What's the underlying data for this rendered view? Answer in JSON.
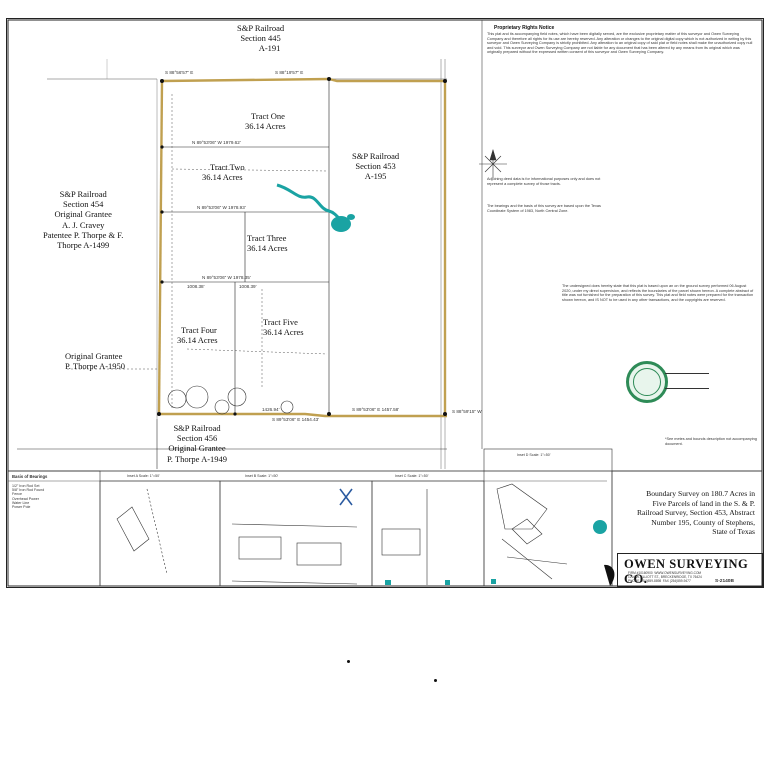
{
  "sections": {
    "s445": [
      "S&P Railroad",
      "Section 445",
      "A-191"
    ],
    "s453": [
      "S&P Railroad",
      "Section 453",
      "A-195"
    ],
    "s454": [
      "S&P Railroad",
      "Section 454",
      "Original Grantee",
      "A. J. Cravey",
      "Patentee P. Thorpe & F.",
      "Thorpe A-1499"
    ],
    "s456": [
      "S&P Railroad",
      "Section 456",
      "Original Grantee",
      "P. Thorpe A-1949"
    ],
    "a1950": [
      "Original Grantee",
      "P. Thorpe A-1950"
    ]
  },
  "tracts": [
    {
      "name": "Tract One",
      "acres": "36.14 Acres"
    },
    {
      "name": "Tract Two",
      "acres": "36.14 Acres"
    },
    {
      "name": "Tract Three",
      "acres": "36.14 Acres"
    },
    {
      "name": "Tract Four",
      "acres": "36.14 Acres"
    },
    {
      "name": "Tract Five",
      "acres": "36.14 Acres"
    }
  ],
  "bearings": {
    "top": "S 88°56'57\" E",
    "top2": "S 88°19'57\" E",
    "n53": "N 89°53'06\" W  1979.62'",
    "n53b": "N 89°53'06\" W  1978.93'",
    "n89": "N 89°53'06\" W  1978.35'",
    "bottom1": "1426.94'",
    "bottom2": "S 89°53'06\" E  1457.58'",
    "bottom3": "S 89°53'06\" E  1454.43'",
    "bottom4": "S 88°59'15\" W",
    "left1": "1008.38'",
    "left2": "1008.39'"
  },
  "notes": {
    "title": "Proprietary Rights Notice",
    "body": "This plat and its accompanying field notes, which have been digitally served, are the exclusive proprietary matter of this surveyor and Owen Surveying Company and therefore all rights for its use are hereby reserved. Any alteration or changes to the original digital copy which is not authorized in writing by this surveyor and Owen Surveying Company is strictly prohibited. Any alteration to an original copy of said plat or field notes shall make the unauthorized copy null and void. This surveyor and Owen Surveying Company are not liable for any document that has been altered by any means from its original which was originally prepared without the expressed written consent of this surveyor and Owen Surveying Company.",
    "survey_note": "The undersigned does hereby state that this plat is based upon an on the ground survey performed 06 August 2020, under my direct supervision, and reflects the boundaries of the parcel shown hereon. A complete abstract of title was not furnished for the preparation of this survey. This plat and field notes were prepared for the transaction shown hereon, and IS NOT to be used in any other transactions, and the copyrights are reserved.",
    "legend_note": "Adjoining deed data is for informational purposes only and does not represent a complete survey of those tracts.",
    "field_note": "The bearings and the basis of this survey are based upon the Texas Coordinate System of 1983, North Central Zone.",
    "sep_note": "*See metes and bounds description not accompanying document."
  },
  "title_block": {
    "company": "OWEN SURVEYING CO.",
    "contact": "FIRM #10160900  WWW.OWENSURVEYING.COM\n1216 W. ELLIOTT ST., BRECKENRIDGE, TX 76424\nPHONE (254)559-8898  FAX (254)559-9477",
    "description": [
      "Boundary Survey on 180.7 Acres in",
      "Five Parcels of land in the S. & P.",
      "Railroad Survey, Section 453, Abstract",
      "Number 195, County of Stephens,",
      "State of Texas"
    ],
    "job": "S-2140B"
  },
  "insets": {
    "i1": "Inset A Scale: 1\"=50'",
    "i2": "Inset B Scale: 1\"=50'",
    "i3": "Inset C Scale: 1\"=50'",
    "i4": "Inset D Scale: 1\"=50'"
  },
  "legend": {
    "title": "Basis of Bearings",
    "items": [
      "1/2\" Iron Rod Set",
      "5/8\" Iron Rod Found",
      "Fence",
      "Overhead Power",
      "Water Line",
      "Power Pole"
    ]
  },
  "colors": {
    "boundary": "#c0a050",
    "water": "#1aa3a3",
    "seal": "#2e8b57"
  }
}
